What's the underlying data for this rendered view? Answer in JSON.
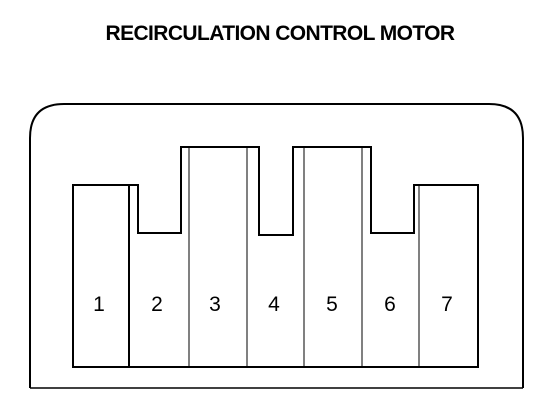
{
  "diagram": {
    "title": "RECIRCULATION CONTROL MOTOR",
    "pins": [
      "1",
      "2",
      "3",
      "4",
      "5",
      "6",
      "7"
    ]
  }
}
